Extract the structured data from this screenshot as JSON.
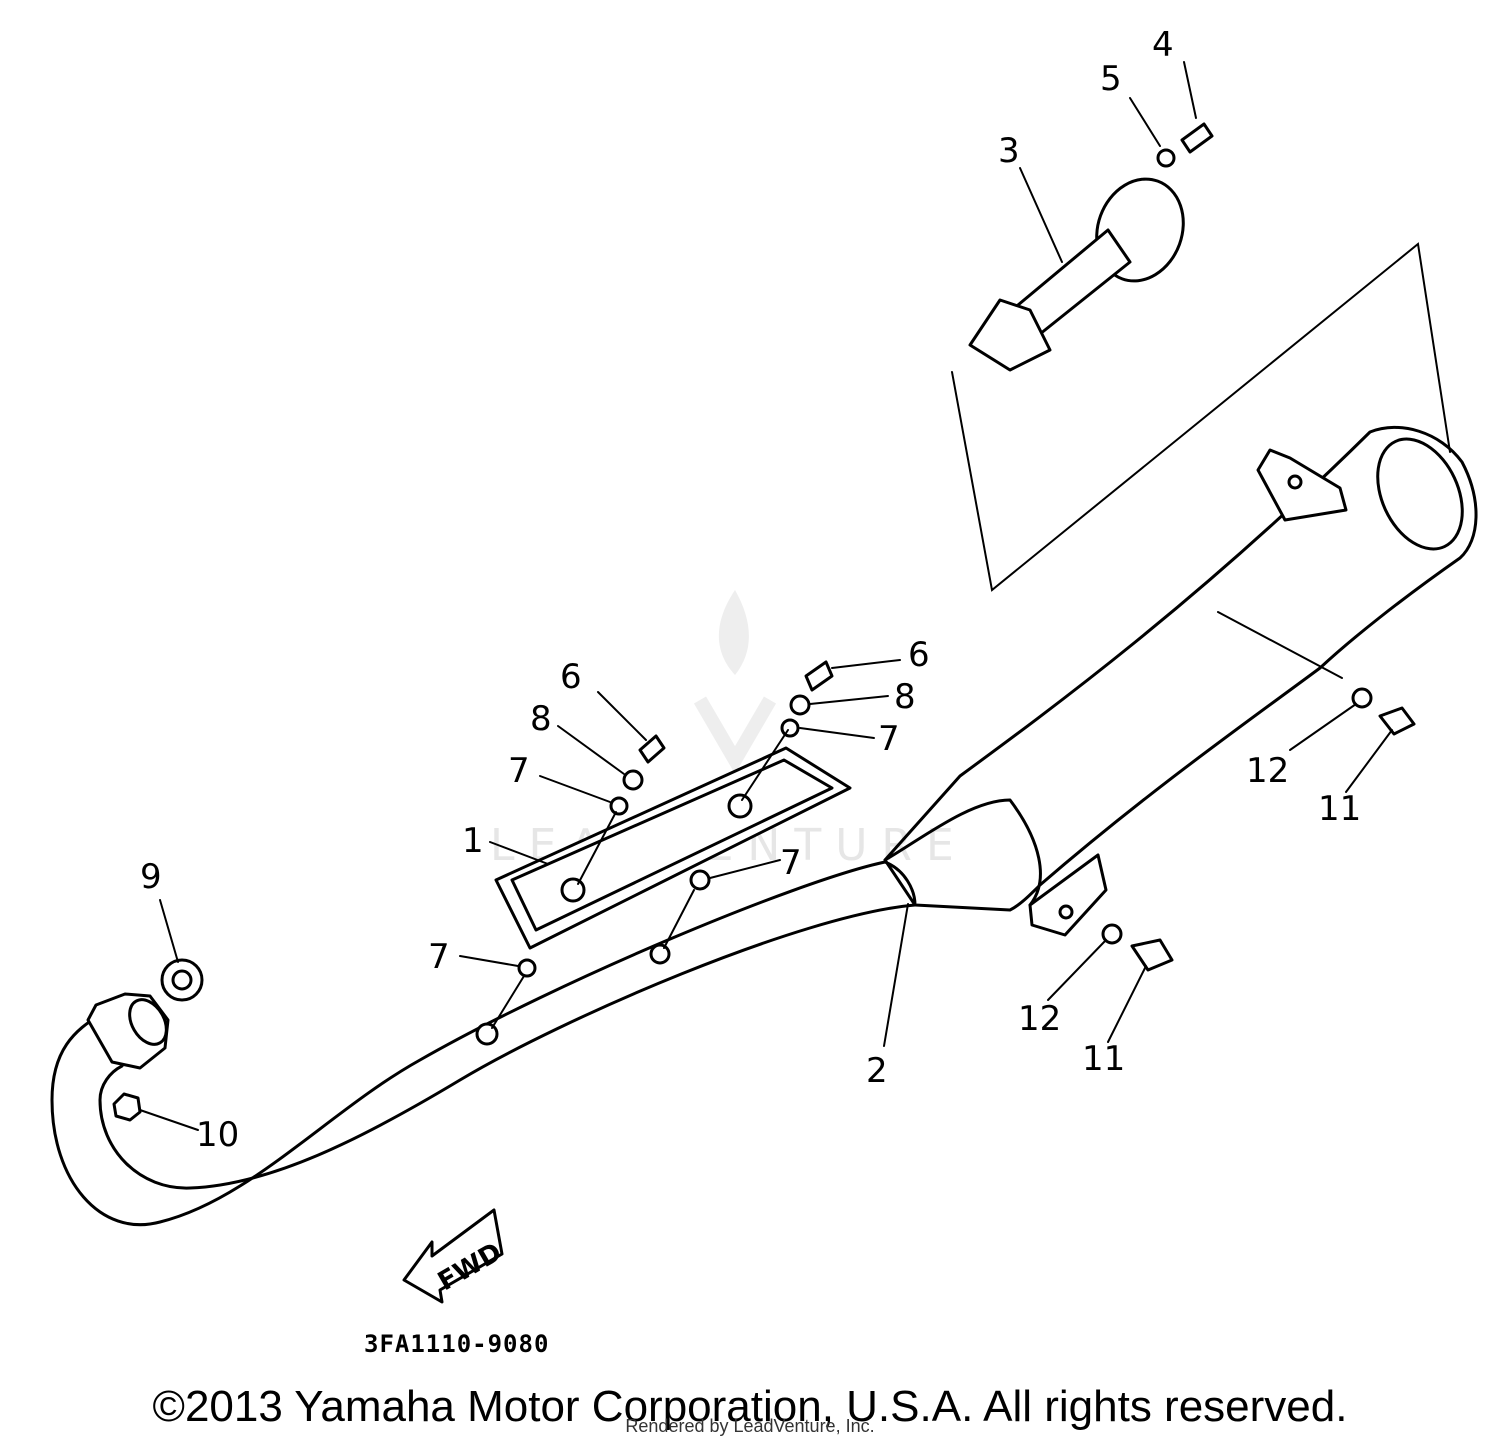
{
  "diagram": {
    "callouts": [
      {
        "id": "c4",
        "label": "4"
      },
      {
        "id": "c5",
        "label": "5"
      },
      {
        "id": "c3",
        "label": "3"
      },
      {
        "id": "c6a",
        "label": "6"
      },
      {
        "id": "c6b",
        "label": "6"
      },
      {
        "id": "c8a",
        "label": "8"
      },
      {
        "id": "c8b",
        "label": "8"
      },
      {
        "id": "c7a",
        "label": "7"
      },
      {
        "id": "c7b",
        "label": "7"
      },
      {
        "id": "c7c",
        "label": "7"
      },
      {
        "id": "c7d",
        "label": "7"
      },
      {
        "id": "c1",
        "label": "1"
      },
      {
        "id": "c9",
        "label": "9"
      },
      {
        "id": "c10",
        "label": "10"
      },
      {
        "id": "c2",
        "label": "2"
      },
      {
        "id": "c12a",
        "label": "12"
      },
      {
        "id": "c11a",
        "label": "11"
      },
      {
        "id": "c12b",
        "label": "12"
      },
      {
        "id": "c11b",
        "label": "11"
      }
    ],
    "direction_label": "FWD",
    "part_code": "3FA1110-9080",
    "watermark": "LEADVENTURE"
  },
  "footer": {
    "copyright": "©2013 Yamaha Motor Corporation, U.S.A. All rights reserved.",
    "rendered_by": "Rendered by LeadVenture, Inc."
  }
}
